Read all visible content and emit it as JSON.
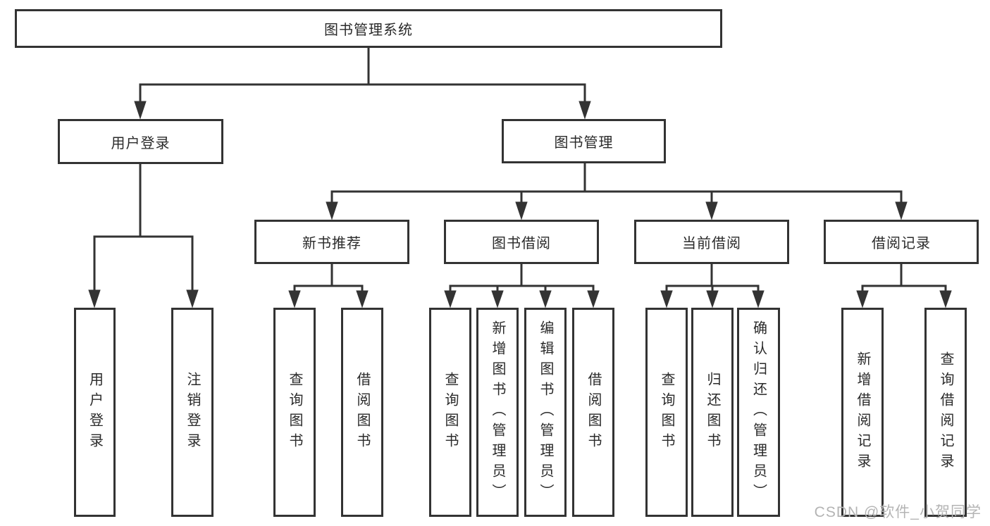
{
  "diagram": {
    "root": {
      "label": "图书管理系统",
      "children": [
        {
          "label": "用户登录",
          "children": [
            {
              "label": "用户登录"
            },
            {
              "label": "注销登录"
            }
          ]
        },
        {
          "label": "图书管理",
          "children": [
            {
              "label": "新书推荐",
              "children": [
                {
                  "label": "查询图书"
                },
                {
                  "label": "借阅图书"
                }
              ]
            },
            {
              "label": "图书借阅",
              "children": [
                {
                  "label": "查询图书"
                },
                {
                  "label": "新增图书（管理员）"
                },
                {
                  "label": "编辑图书（管理员）"
                },
                {
                  "label": "借阅图书"
                }
              ]
            },
            {
              "label": "当前借阅",
              "children": [
                {
                  "label": "查询图书"
                },
                {
                  "label": "归还图书"
                },
                {
                  "label": "确认归还（管理员）"
                }
              ]
            },
            {
              "label": "借阅记录",
              "children": [
                {
                  "label": "新增借阅记录"
                },
                {
                  "label": "查询借阅记录"
                }
              ]
            }
          ]
        }
      ]
    },
    "colors": {
      "line": "#333333",
      "box_border": "#333333",
      "text": "#2a2a2a",
      "background": "#ffffff",
      "watermark": "#b4b4b4"
    }
  },
  "watermark": {
    "text": "CSDN @软件_小贺同学"
  }
}
